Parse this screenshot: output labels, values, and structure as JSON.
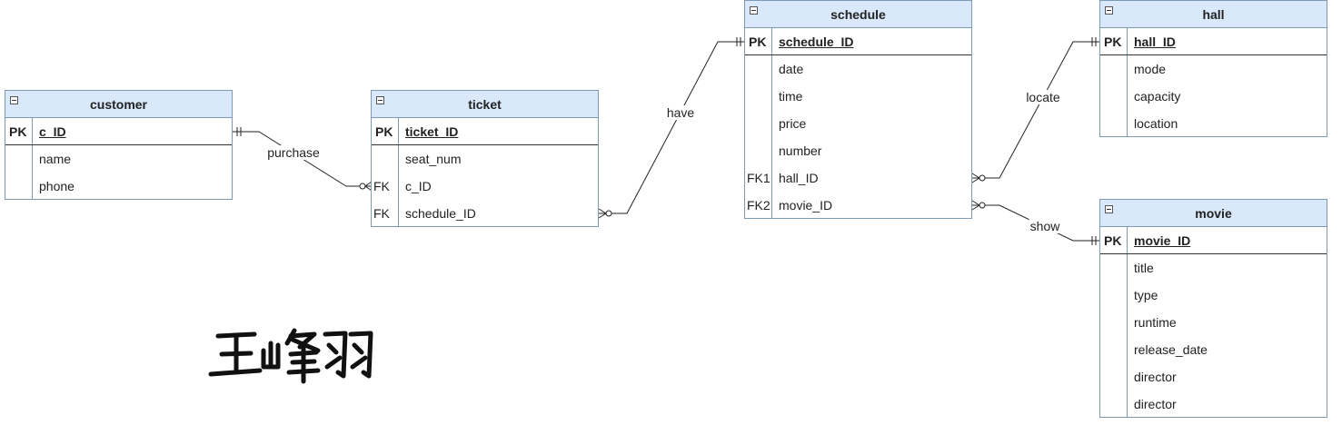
{
  "entities": {
    "customer": {
      "title": "customer",
      "pk_key": "PK",
      "pk_field": "c_ID",
      "fields": [
        {
          "key": "",
          "name": "name"
        },
        {
          "key": "",
          "name": "phone"
        }
      ]
    },
    "ticket": {
      "title": "ticket",
      "pk_key": "PK",
      "pk_field": "ticket_ID",
      "fields": [
        {
          "key": "",
          "name": "seat_num"
        },
        {
          "key": "FK",
          "name": "c_ID"
        },
        {
          "key": "FK",
          "name": "schedule_ID"
        }
      ]
    },
    "schedule": {
      "title": "schedule",
      "pk_key": "PK",
      "pk_field": "schedule_ID",
      "fields": [
        {
          "key": "",
          "name": "date"
        },
        {
          "key": "",
          "name": "time"
        },
        {
          "key": "",
          "name": "price"
        },
        {
          "key": "",
          "name": "number"
        },
        {
          "key": "FK1",
          "name": "hall_ID"
        },
        {
          "key": "FK2",
          "name": "movie_ID"
        }
      ]
    },
    "hall": {
      "title": "hall",
      "pk_key": "PK",
      "pk_field": "hall_ID",
      "fields": [
        {
          "key": "",
          "name": "mode"
        },
        {
          "key": "",
          "name": "capacity"
        },
        {
          "key": "",
          "name": "location"
        }
      ]
    },
    "movie": {
      "title": "movie",
      "pk_key": "PK",
      "pk_field": "movie_ID",
      "fields": [
        {
          "key": "",
          "name": "title"
        },
        {
          "key": "",
          "name": "type"
        },
        {
          "key": "",
          "name": "runtime"
        },
        {
          "key": "",
          "name": "release_date"
        },
        {
          "key": "",
          "name": "director"
        },
        {
          "key": "",
          "name": "director"
        }
      ]
    }
  },
  "relationships": [
    {
      "label": "purchase",
      "from": "customer.c_ID",
      "to": "ticket.c_ID",
      "from_cardinality": "one-and-only-one",
      "to_cardinality": "zero-or-many"
    },
    {
      "label": "have",
      "from": "schedule.schedule_ID",
      "to": "ticket.schedule_ID",
      "from_cardinality": "one-and-only-one",
      "to_cardinality": "zero-or-many"
    },
    {
      "label": "locate",
      "from": "hall.hall_ID",
      "to": "schedule.hall_ID",
      "from_cardinality": "one-and-only-one",
      "to_cardinality": "zero-or-many"
    },
    {
      "label": "show",
      "from": "movie.movie_ID",
      "to": "schedule.movie_ID",
      "from_cardinality": "one-and-only-one",
      "to_cardinality": "zero-or-many"
    }
  ],
  "signature": {
    "text": "王峰羽",
    "style": "handwritten"
  },
  "colors": {
    "header_fill": "#dae8fc",
    "border": "#7c9ab5",
    "line": "#222222"
  }
}
